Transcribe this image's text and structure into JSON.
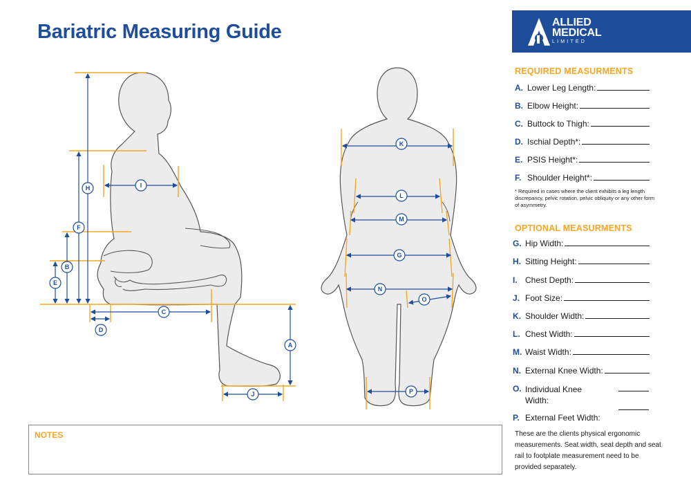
{
  "title": "Bariatric Measuring Guide",
  "logo": {
    "line1": "ALLIED",
    "line2": "MEDICAL",
    "line3": "LIMITED"
  },
  "required": {
    "heading": "REQUIRED MEASURMENTS",
    "items": [
      {
        "key": "A.",
        "label": "Lower Leg Length:"
      },
      {
        "key": "B.",
        "label": "Elbow Height:"
      },
      {
        "key": "C.",
        "label": "Buttock to Thigh:"
      },
      {
        "key": "D.",
        "label": "Ischial Depth*:"
      },
      {
        "key": "E.",
        "label": "PSIS Height*:"
      },
      {
        "key": "F.",
        "label": "Shoulder Height*:"
      }
    ],
    "note": "* Required in cases where the client exhibits a leg length discrepancy, pelvic rotation, pelvic obliquity or any other form of asymmetry."
  },
  "optional": {
    "heading": "OPTIONAL MEASURMENTS",
    "items": [
      {
        "key": "G.",
        "label": "Hip Width:"
      },
      {
        "key": "H.",
        "label": "Sitting Height:"
      },
      {
        "key": "I.",
        "label": "Chest Depth:"
      },
      {
        "key": "J.",
        "label": "Foot Size:"
      },
      {
        "key": "K.",
        "label": "Shoulder Width:"
      },
      {
        "key": "L.",
        "label": "Chest Width:"
      },
      {
        "key": "M.",
        "label": "Waist Width:"
      },
      {
        "key": "N.",
        "label": "External Knee Width:"
      },
      {
        "key": "O.",
        "label": "Individual Knee Width:"
      },
      {
        "key": "P.",
        "label": "External Feet Width:"
      }
    ]
  },
  "footer": "These are the clients physical ergonomic measurements. Seat width, seat depth and seat rail to footplate measurement need to be provided separately.",
  "notes_label": "NOTES",
  "markers": {
    "A": "A",
    "B": "B",
    "C": "C",
    "D": "D",
    "E": "E",
    "F": "F",
    "G": "G",
    "H": "H",
    "I": "I",
    "J": "J",
    "K": "K",
    "L": "L",
    "M": "M",
    "N": "N",
    "O": "O",
    "P": "P"
  },
  "colors": {
    "brand": "#1e4e9b",
    "accent": "#f5a623",
    "figure": "#ececec"
  }
}
